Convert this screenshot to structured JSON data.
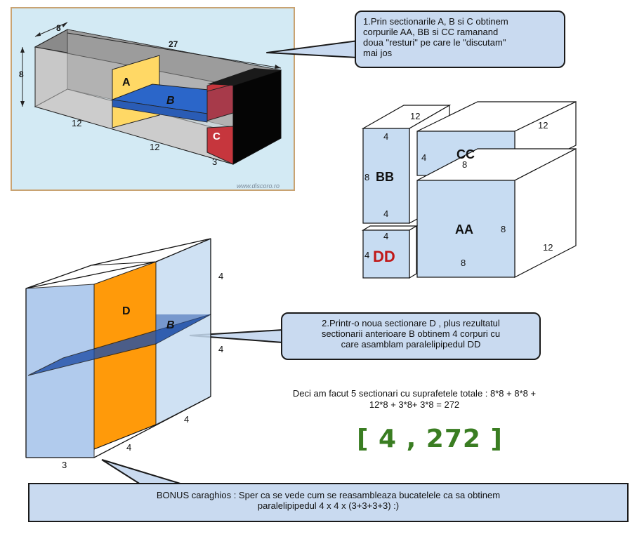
{
  "top_figure": {
    "dim_depth": "8",
    "dim_length": "27",
    "dim_height": "8",
    "dim_front_left": "12",
    "dim_front_mid": "12",
    "dim_front_right": "3",
    "label_a": "A",
    "label_b": "B",
    "label_c": "C",
    "watermark": "www.discoro.ro"
  },
  "callout_1": {
    "lines": [
      "1.Prin sectionarile A,  B si C obtinem",
      "corpurile  AA, BB si CC  ramanand",
      "doua  \"resturi\" pe care le \"discutam\"",
      "mai jos"
    ]
  },
  "blocks": {
    "bb": {
      "name": "BB",
      "top": "12",
      "top_front": "4",
      "left": "8",
      "bottom": "4"
    },
    "cc": {
      "name": "CC",
      "top": "12",
      "left": "4",
      "bottom": "8"
    },
    "aa": {
      "name": "AA",
      "right": "8",
      "bottom": "8",
      "depth": "12"
    },
    "dd": {
      "name": "DD",
      "top": "4",
      "left": "4"
    }
  },
  "bottom_figure": {
    "label_d": "D",
    "label_b": "B",
    "dim_top_right": "4",
    "dim_mid_right": "4",
    "dim_bottom_right": "4",
    "dim_bottom_mid": "4",
    "dim_bottom_left": "3"
  },
  "callout_2": {
    "lines": [
      "2.Printr-o noua sectionare D , plus rezultatul",
      "sectionarii anterioare B  obtinem 4 corpuri cu",
      "care asamblam paralelipipedul DD"
    ]
  },
  "summary": {
    "line1": "Deci am facut 5 sectionari cu suprafetele totale : 8*8  + 8*8 +",
    "line2": "12*8  + 3*8+ 3*8 =  272"
  },
  "answer": "[ 4 , 272 ]",
  "callout_bonus": {
    "lines": [
      "BONUS caraghios :  Sper ca se vede cum se reasambleaza bucatelele ca sa obtinem",
      "paralelipipedul  4 x 4 x (3+3+3+3)   :)"
    ]
  },
  "colors": {
    "panel_bg": "#d3eaf4",
    "callout_bg": "#c9daf0",
    "block_fill": "#c7dcf2",
    "a_yellow": "#ffd865",
    "b_blue": "#2b66c9",
    "c_red": "#c6363d",
    "d_orange": "#ff9a0a",
    "answer_green": "#3a7d22",
    "dd_red": "#c01818"
  }
}
